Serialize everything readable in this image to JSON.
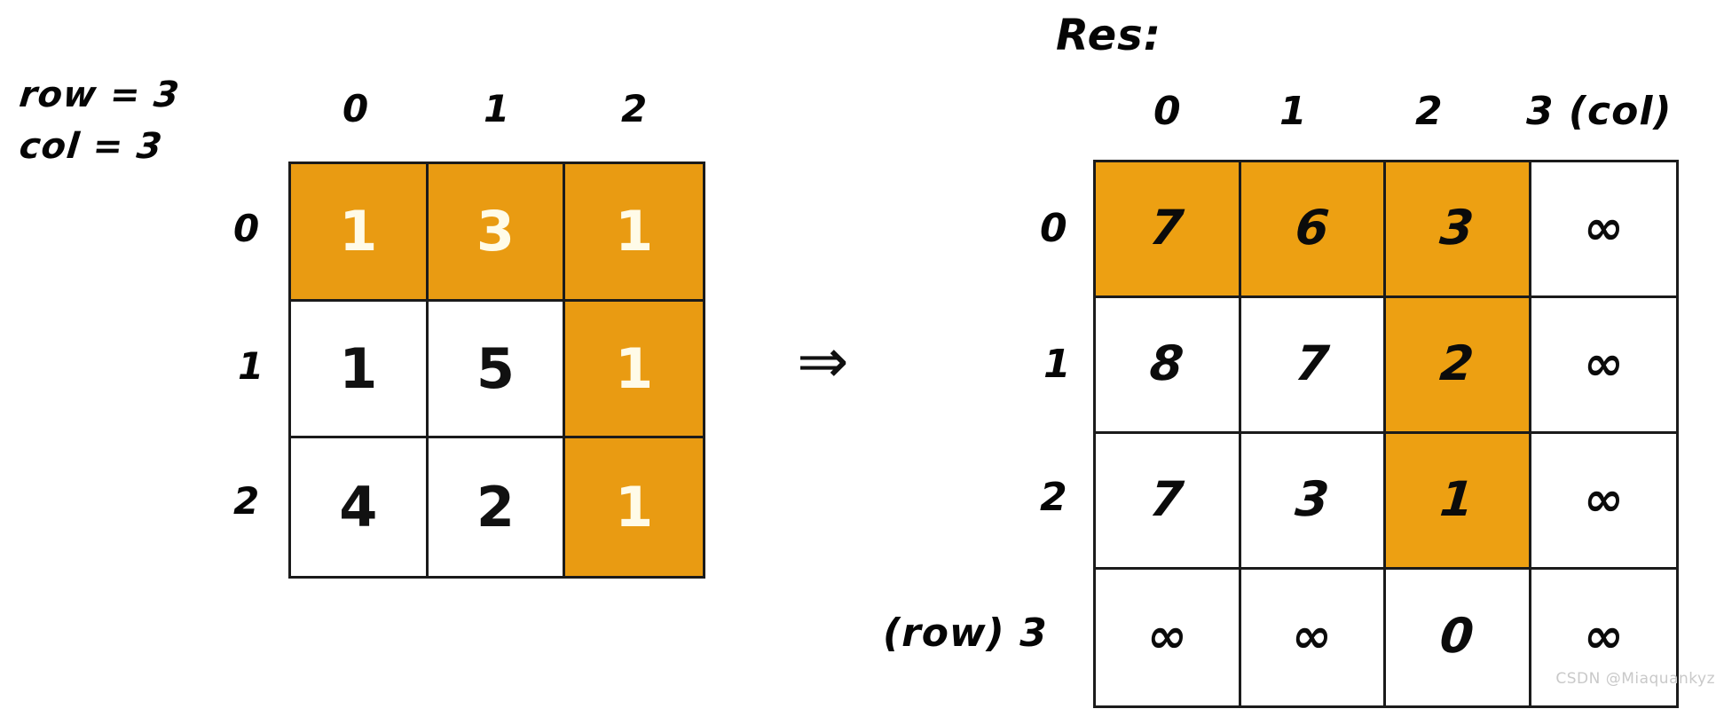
{
  "annotations": {
    "row_param": "row = 3",
    "col_param": "col = 3",
    "res_title": "Res:",
    "arrow": "⇒",
    "col_axis_label": "3 (col)",
    "row_axis_label": "(row) 3",
    "watermark": "CSDN @Miaquankyz"
  },
  "colors": {
    "highlight": "#e99b12",
    "highlight_right": "#eda012",
    "grid_line": "#1b1b1b",
    "cell_bg": "#ffffff",
    "highlight_text": "#fffbe8",
    "text": "#111111"
  },
  "left_matrix": {
    "name": "matrix",
    "rows": 3,
    "cols": 3,
    "col_headers": [
      "0",
      "1",
      "2"
    ],
    "row_headers": [
      "0",
      "1",
      "2"
    ],
    "cells": [
      [
        {
          "v": "1",
          "hl": true
        },
        {
          "v": "3",
          "hl": true
        },
        {
          "v": "1",
          "hl": true
        }
      ],
      [
        {
          "v": "1",
          "hl": false
        },
        {
          "v": "5",
          "hl": false
        },
        {
          "v": "1",
          "hl": true
        }
      ],
      [
        {
          "v": "4",
          "hl": false
        },
        {
          "v": "2",
          "hl": false
        },
        {
          "v": "1",
          "hl": true
        }
      ]
    ]
  },
  "right_matrix": {
    "name": "res",
    "rows": 4,
    "cols": 4,
    "col_headers": [
      "0",
      "1",
      "2",
      "3 (col)"
    ],
    "row_headers": [
      "0",
      "1",
      "2",
      "(row) 3"
    ],
    "cells": [
      [
        {
          "v": "7",
          "hl": true
        },
        {
          "v": "6",
          "hl": true
        },
        {
          "v": "3",
          "hl": true
        },
        {
          "v": "∞",
          "hl": false
        }
      ],
      [
        {
          "v": "8",
          "hl": false
        },
        {
          "v": "7",
          "hl": false
        },
        {
          "v": "2",
          "hl": true
        },
        {
          "v": "∞",
          "hl": false
        }
      ],
      [
        {
          "v": "7",
          "hl": false
        },
        {
          "v": "3",
          "hl": false
        },
        {
          "v": "1",
          "hl": true
        },
        {
          "v": "∞",
          "hl": false
        }
      ],
      [
        {
          "v": "∞",
          "hl": false
        },
        {
          "v": "∞",
          "hl": false
        },
        {
          "v": "0",
          "hl": false
        },
        {
          "v": "∞",
          "hl": false
        }
      ]
    ]
  }
}
